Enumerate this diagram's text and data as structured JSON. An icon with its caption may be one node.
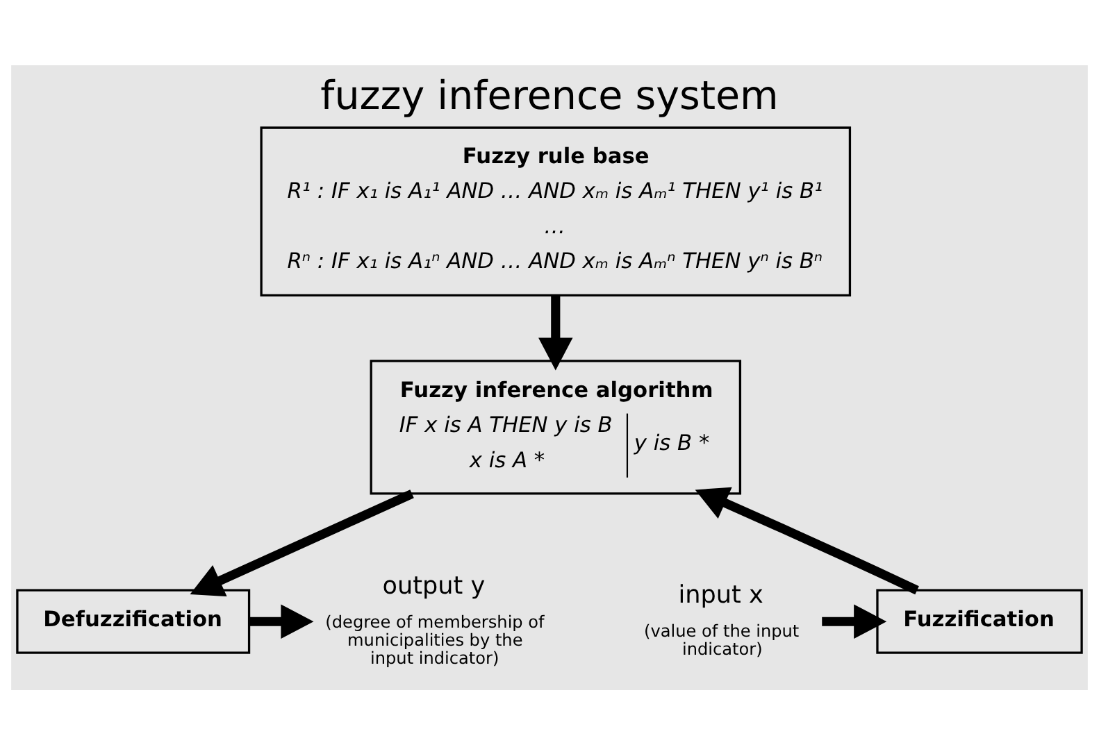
{
  "diagram": {
    "title": "fuzzy inference system",
    "nodes": [
      {
        "text": [
          "Fuzzy rule base",
          "R¹ : IF x₁ is A₁¹ AND … AND xₘ is Aₘ¹ THEN y¹ is B¹",
          "…",
          "Rⁿ : IF x₁ is A₁ⁿ AND … AND xₘ is Aₘⁿ THEN yⁿ is Bⁿ"
        ]
      },
      {
        "text": [
          "Fuzzification"
        ]
      },
      {
        "text": [
          "Defuzzification"
        ]
      },
      {
        "text": [
          "Fuzzy inference algorithm",
          "IF x is A THEN y is B",
          "x is A *",
          "y is B *"
        ]
      },
      {
        "text": [
          "input x"
        ],
        "beside": [
          "(value of the input indicator)"
        ]
      },
      {
        "text": [
          "output y"
        ],
        "beside": [
          "(degree of membership of municipalities by the input indicator)"
        ]
      }
    ],
    "edges": [
      {
        "from": 4,
        "to": 1,
        "arrow": "to"
      },
      {
        "from": 0,
        "to": 3,
        "arrow": "to"
      },
      {
        "from": 1,
        "to": 3,
        "arrow": "to"
      },
      {
        "from": 3,
        "to": 2,
        "arrow": "to"
      },
      {
        "from": 2,
        "to": 5,
        "arrow": "to"
      }
    ]
  }
}
